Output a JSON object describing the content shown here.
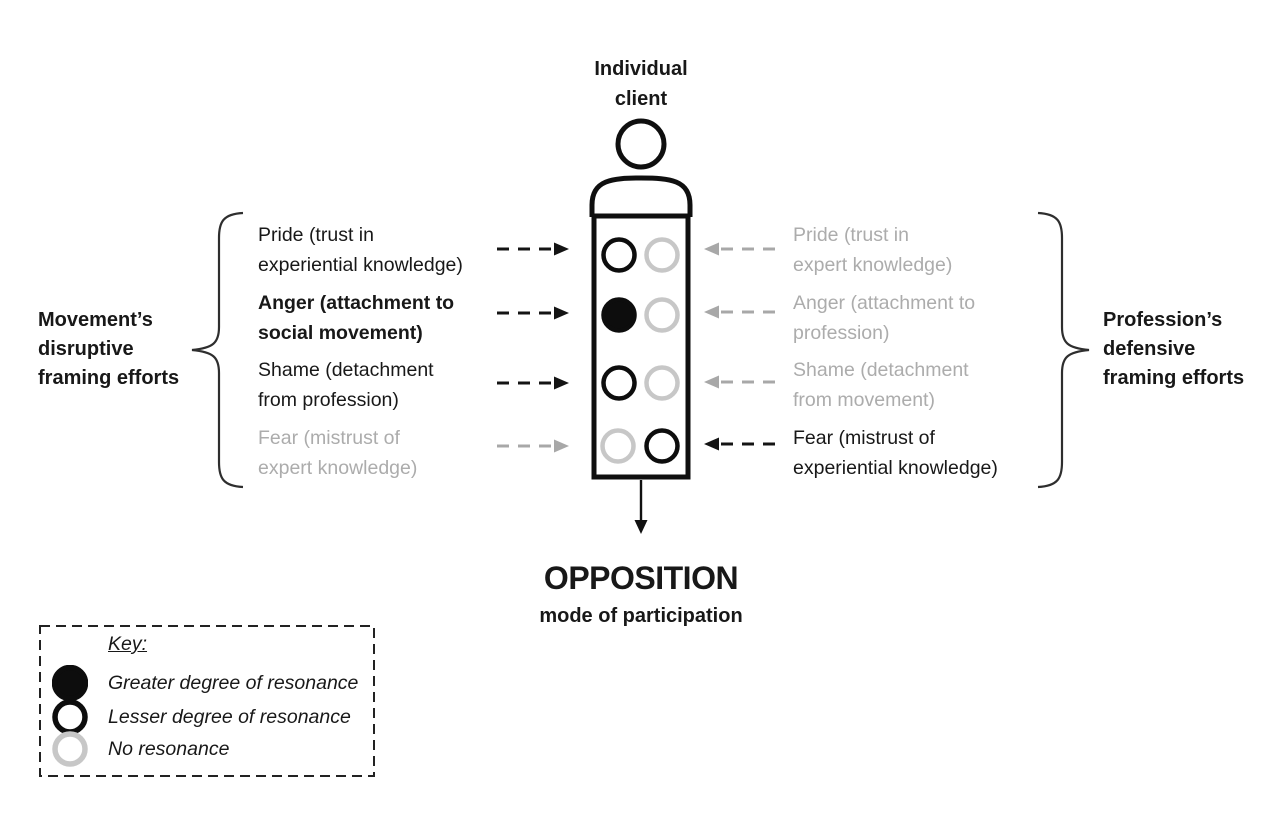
{
  "figure": {
    "client": {
      "lines": [
        "Individual",
        "client"
      ]
    },
    "left": {
      "title_lines": [
        "Movement’s",
        "disruptive",
        "framing efforts"
      ],
      "labels": [
        {
          "lines": [
            "Pride (trust in",
            "experiential knowledge)"
          ],
          "style": "normal"
        },
        {
          "lines": [
            "Anger (attachment to",
            "social movement)"
          ],
          "style": "bold"
        },
        {
          "lines": [
            "Shame (detachment",
            "from profession)"
          ],
          "style": "normal"
        },
        {
          "lines": [
            "Fear (mistrust of",
            "expert knowledge)"
          ],
          "style": "muted"
        }
      ],
      "arrow_tones": [
        "active",
        "active",
        "active",
        "muted"
      ]
    },
    "right": {
      "title_lines": [
        "Profession’s",
        "defensive",
        "framing efforts"
      ],
      "labels": [
        {
          "lines": [
            "Pride (trust in",
            "expert knowledge)"
          ],
          "style": "muted"
        },
        {
          "lines": [
            "Anger (attachment to",
            "profession)"
          ],
          "style": "muted"
        },
        {
          "lines": [
            "Shame (detachment",
            "from movement)"
          ],
          "style": "muted"
        },
        {
          "lines": [
            "Fear (mistrust of",
            "experiential knowledge)"
          ],
          "style": "normal"
        }
      ],
      "arrow_tones": [
        "muted",
        "muted",
        "muted",
        "active"
      ]
    },
    "matrix": {
      "rows": [
        {
          "left": "lesser",
          "right": "none"
        },
        {
          "left": "greater",
          "right": "none"
        },
        {
          "left": "lesser",
          "right": "none"
        },
        {
          "left": "none",
          "right": "lesser"
        }
      ]
    },
    "outcome": {
      "title": "OPPOSITION",
      "subtitle": "mode of participation"
    },
    "key": {
      "title": "Key:",
      "entries": [
        {
          "state": "greater",
          "label": "Greater degree of resonance"
        },
        {
          "state": "lesser",
          "label": "Lesser degree of resonance"
        },
        {
          "state": "none",
          "label": "No resonance"
        }
      ]
    },
    "colors": {
      "ink": "#141414",
      "muted_text": "#acacac",
      "muted_shape": "#c7c7c7"
    }
  }
}
